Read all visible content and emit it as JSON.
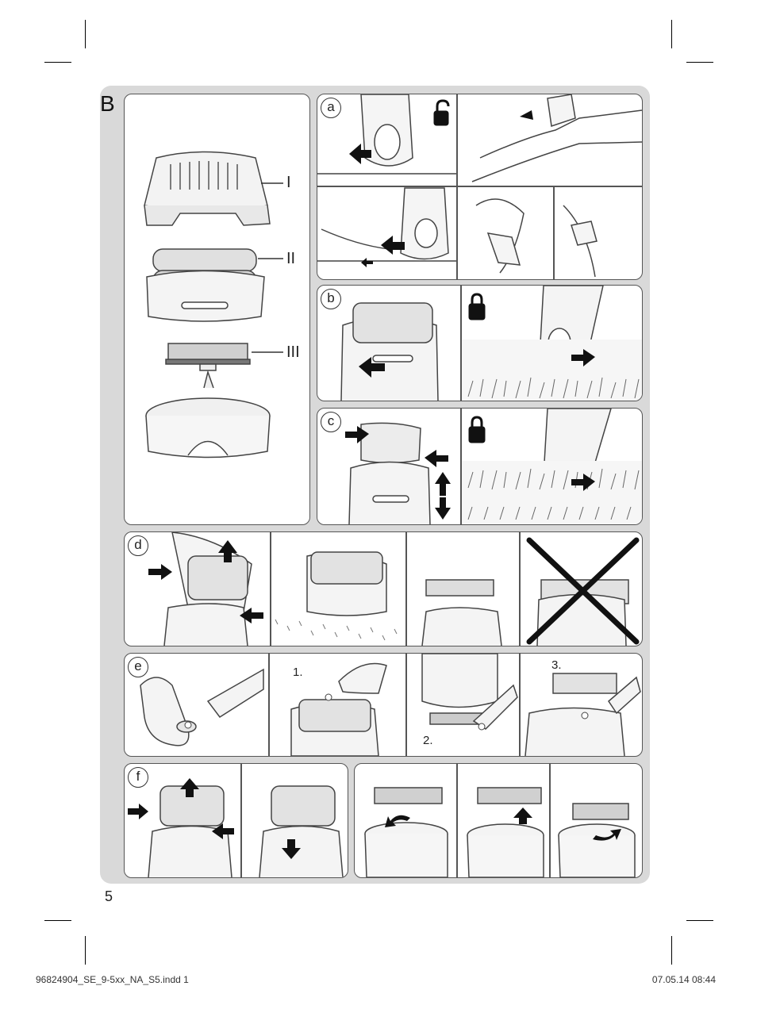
{
  "section_letter": "B",
  "page_number": "5",
  "footer": {
    "file": "96824904_SE_9-5xx_NA_S5.indd   1",
    "datetime": "07.05.14   08:44"
  },
  "parts": {
    "I": "I",
    "II": "II",
    "III": "III"
  },
  "panels": {
    "a": "a",
    "b": "b",
    "c": "c",
    "d": "d",
    "e": "e",
    "f": "f"
  },
  "steps": {
    "e1": "1.",
    "e2": "2.",
    "e3": "3."
  },
  "colors": {
    "sheet": "#d9d9d9",
    "line": "#555555",
    "arrow": "#111111"
  },
  "icons": {
    "unlocked": "unlock-icon",
    "locked": "lock-icon",
    "prohibited": "cross-icon"
  }
}
